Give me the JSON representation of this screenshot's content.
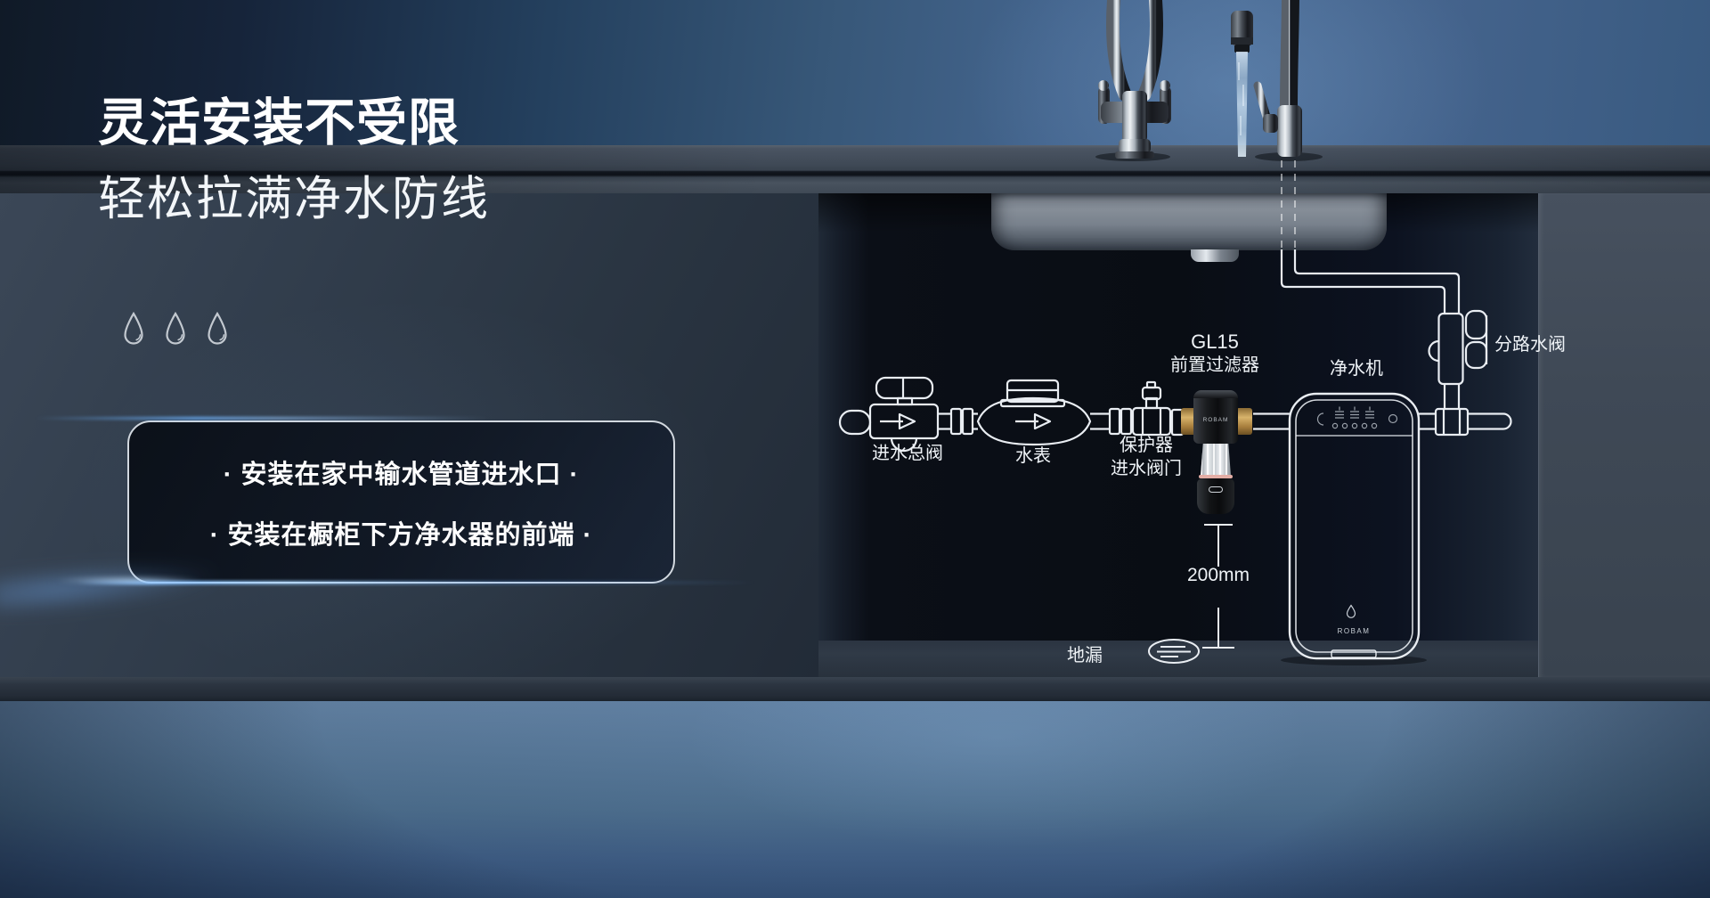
{
  "hero": {
    "title": "灵活安装不受限",
    "subtitle": "轻松拉满净水防线",
    "droplet_icon_count": 3,
    "bullets": [
      "· 安装在家中输水管道进水口 ·",
      "· 安装在橱柜下方净水器的前端 ·"
    ]
  },
  "diagram": {
    "labels": {
      "main_inlet_valve": "进水总阀",
      "water_meter": "水表",
      "protector_valve_line1": "保护器",
      "protector_valve_line2": "进水阀门",
      "prefilter_model": "GL15",
      "prefilter_name": "前置过滤器",
      "purifier": "净水机",
      "branch_valve": "分路水阀",
      "floor_drain": "地漏",
      "clearance": "200mm"
    },
    "brand": "ROBAM"
  },
  "colors": {
    "accent_glow": "#6db6ff",
    "line_art": "#e9edf2",
    "brass": "#c9a45c",
    "wall_blue": "#47678f",
    "floor_blue": "#4a688c"
  }
}
